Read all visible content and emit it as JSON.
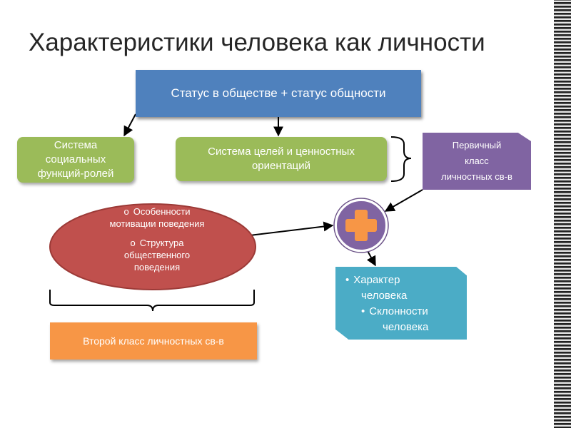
{
  "title": "Характеристики человека как личности",
  "nodes": {
    "status": "Статус в обществе + статус общности",
    "social_functions": [
      "Система",
      "социальных",
      "функций-ролей"
    ],
    "goals_values": [
      "Система целей и ценностных",
      "ориентаций"
    ],
    "primary_class": [
      "Первичный",
      "класс",
      "личностных св-в"
    ],
    "motivation": {
      "items": [
        [
          "Особенности",
          "мотивации поведения"
        ],
        [
          "Структура",
          "общественного",
          "поведения"
        ]
      ]
    },
    "second_class": "Второй класс личностных св-в",
    "result": {
      "items": [
        "Характер",
        "человека",
        "Склонности",
        "человека"
      ]
    }
  },
  "symbols": {
    "plus": "plus",
    "bullet_round": "•",
    "bullet_ring": "o"
  },
  "colors": {
    "blue": "#4f81bd",
    "green": "#9bbb59",
    "purple": "#8064a2",
    "red": "#c0504d",
    "orange": "#f79646",
    "teal": "#4bacc6"
  }
}
